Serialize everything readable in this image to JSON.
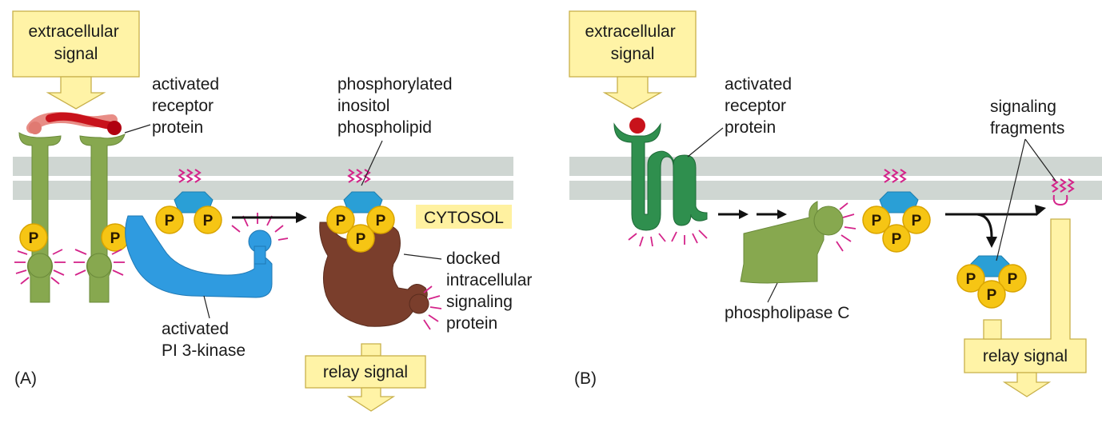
{
  "panel_a": {
    "panel_label": "(A)",
    "extracellular_signal": "extracellular\nsignal",
    "activated_receptor_protein": "activated\nreceptor\nprotein",
    "phosphorylated_inositol_phospholipid": "phosphorylated\ninositol\nphospholipid",
    "cytosol": "CYTOSOL",
    "docked_intracellular_signaling_protein": "docked\nintracellular\nsignaling\nprotein",
    "activated_pi3_kinase": "activated\nPI 3-kinase",
    "relay_signal": "relay signal",
    "phosphate": "P"
  },
  "panel_b": {
    "panel_label": "(B)",
    "extracellular_signal": "extracellular\nsignal",
    "activated_receptor_protein": "activated\nreceptor\nprotein",
    "signaling_fragments": "signaling\nfragments",
    "phospholipase_c": "phospholipase C",
    "relay_signal": "relay signal",
    "phosphate": "P"
  },
  "colors": {
    "membrane": "#cfd6d2",
    "signal_box": "#fff3a6",
    "receptor_a": "#87a84f",
    "receptor_b": "#2f8f4e",
    "pi3_kinase": "#2f9be0",
    "docked_protein": "#7a3e2c",
    "phosphate": "#f6c514",
    "lipid_tail": "#d4248a"
  }
}
